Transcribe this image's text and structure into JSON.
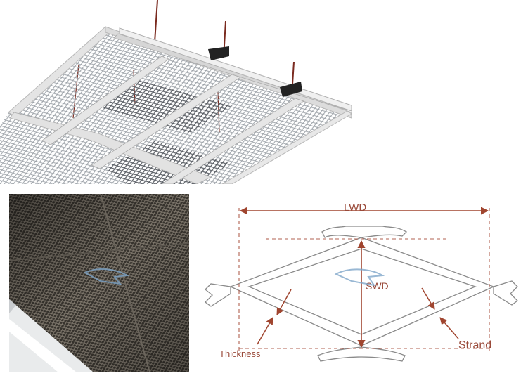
{
  "diagram": {
    "labels": {
      "lwd": "LWD",
      "swd": "SWD",
      "thickness": "Thickness",
      "strand": "Strand"
    },
    "colors": {
      "dimension": "#a0452f",
      "outline": "#8a8a8a",
      "mesh_frame": "#d8d8d8",
      "photo_dark": "#2b2824"
    }
  }
}
